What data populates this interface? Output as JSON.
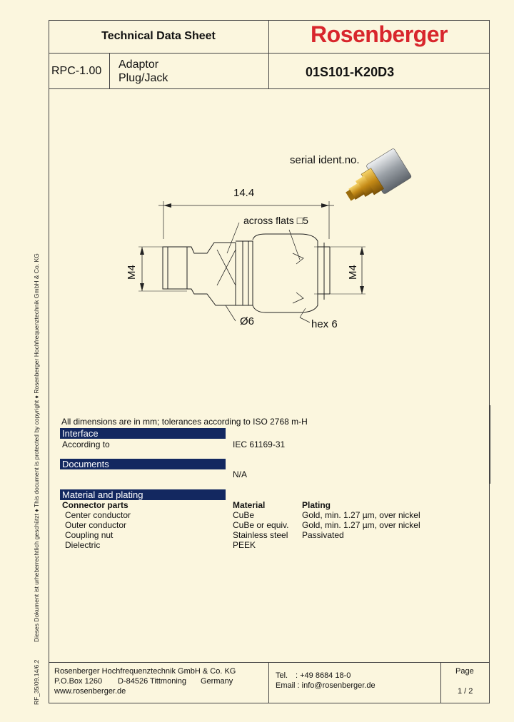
{
  "header": {
    "title": "Technical Data Sheet",
    "brand": "Rosenberger",
    "series": "RPC-1.00",
    "description_line1": "Adaptor",
    "description_line2": "Plug/Jack",
    "part_number": "01S101-K20D3"
  },
  "drawing": {
    "serial_label": "serial ident.no.",
    "overall_length": "14.4",
    "across_flats": "across flats □5",
    "thread_left": "M4",
    "thread_right": "M4",
    "diameter": "Ø6",
    "hex": "hex 6"
  },
  "specs": {
    "tolerance_note": "All dimensions are in mm; tolerances according to ISO 2768 m-H",
    "interface_heading": "Interface",
    "according_to_label": "According to",
    "according_to_value": "IEC 61169-31",
    "documents_heading": "Documents",
    "documents_value": "N/A",
    "material_heading": "Material and plating",
    "col_parts": "Connector parts",
    "col_material": "Material",
    "col_plating": "Plating",
    "parts": [
      {
        "part": "Center conductor",
        "material": "CuBe",
        "plating": "Gold, min. 1.27 µm, over nickel"
      },
      {
        "part": "Outer conductor",
        "material": "CuBe or equiv.",
        "plating": "Gold, min. 1.27 µm, over nickel"
      },
      {
        "part": "Coupling nut",
        "material": "Stainless steel",
        "plating": "Passivated"
      },
      {
        "part": "Dielectric",
        "material": "PEEK",
        "plating": ""
      }
    ]
  },
  "footer": {
    "company": "Rosenberger Hochfrequenztechnik GmbH & Co. KG",
    "pobox": "P.O.Box 1260",
    "city": "D-84526 Tittmoning",
    "country": "Germany",
    "web": "www.rosenberger.de",
    "tel_label": "Tel.",
    "tel_value": ": +49 8684 18-0",
    "email": "Email : info@rosenberger.de",
    "page_label": "Page",
    "page_value": "1 / 2"
  },
  "sidebar": {
    "copyright": "Dieses Dokument ist urheberrechtlich geschützt ♦ This document is protected by copyright ♦ Rosenberger Hochfrequenztechnik GmbH & Co. KG",
    "form_id": "RF_35/09.14/6.2"
  },
  "colors": {
    "background": "#fbf6de",
    "brand_red": "#d8262c",
    "section_bar": "#132860"
  }
}
